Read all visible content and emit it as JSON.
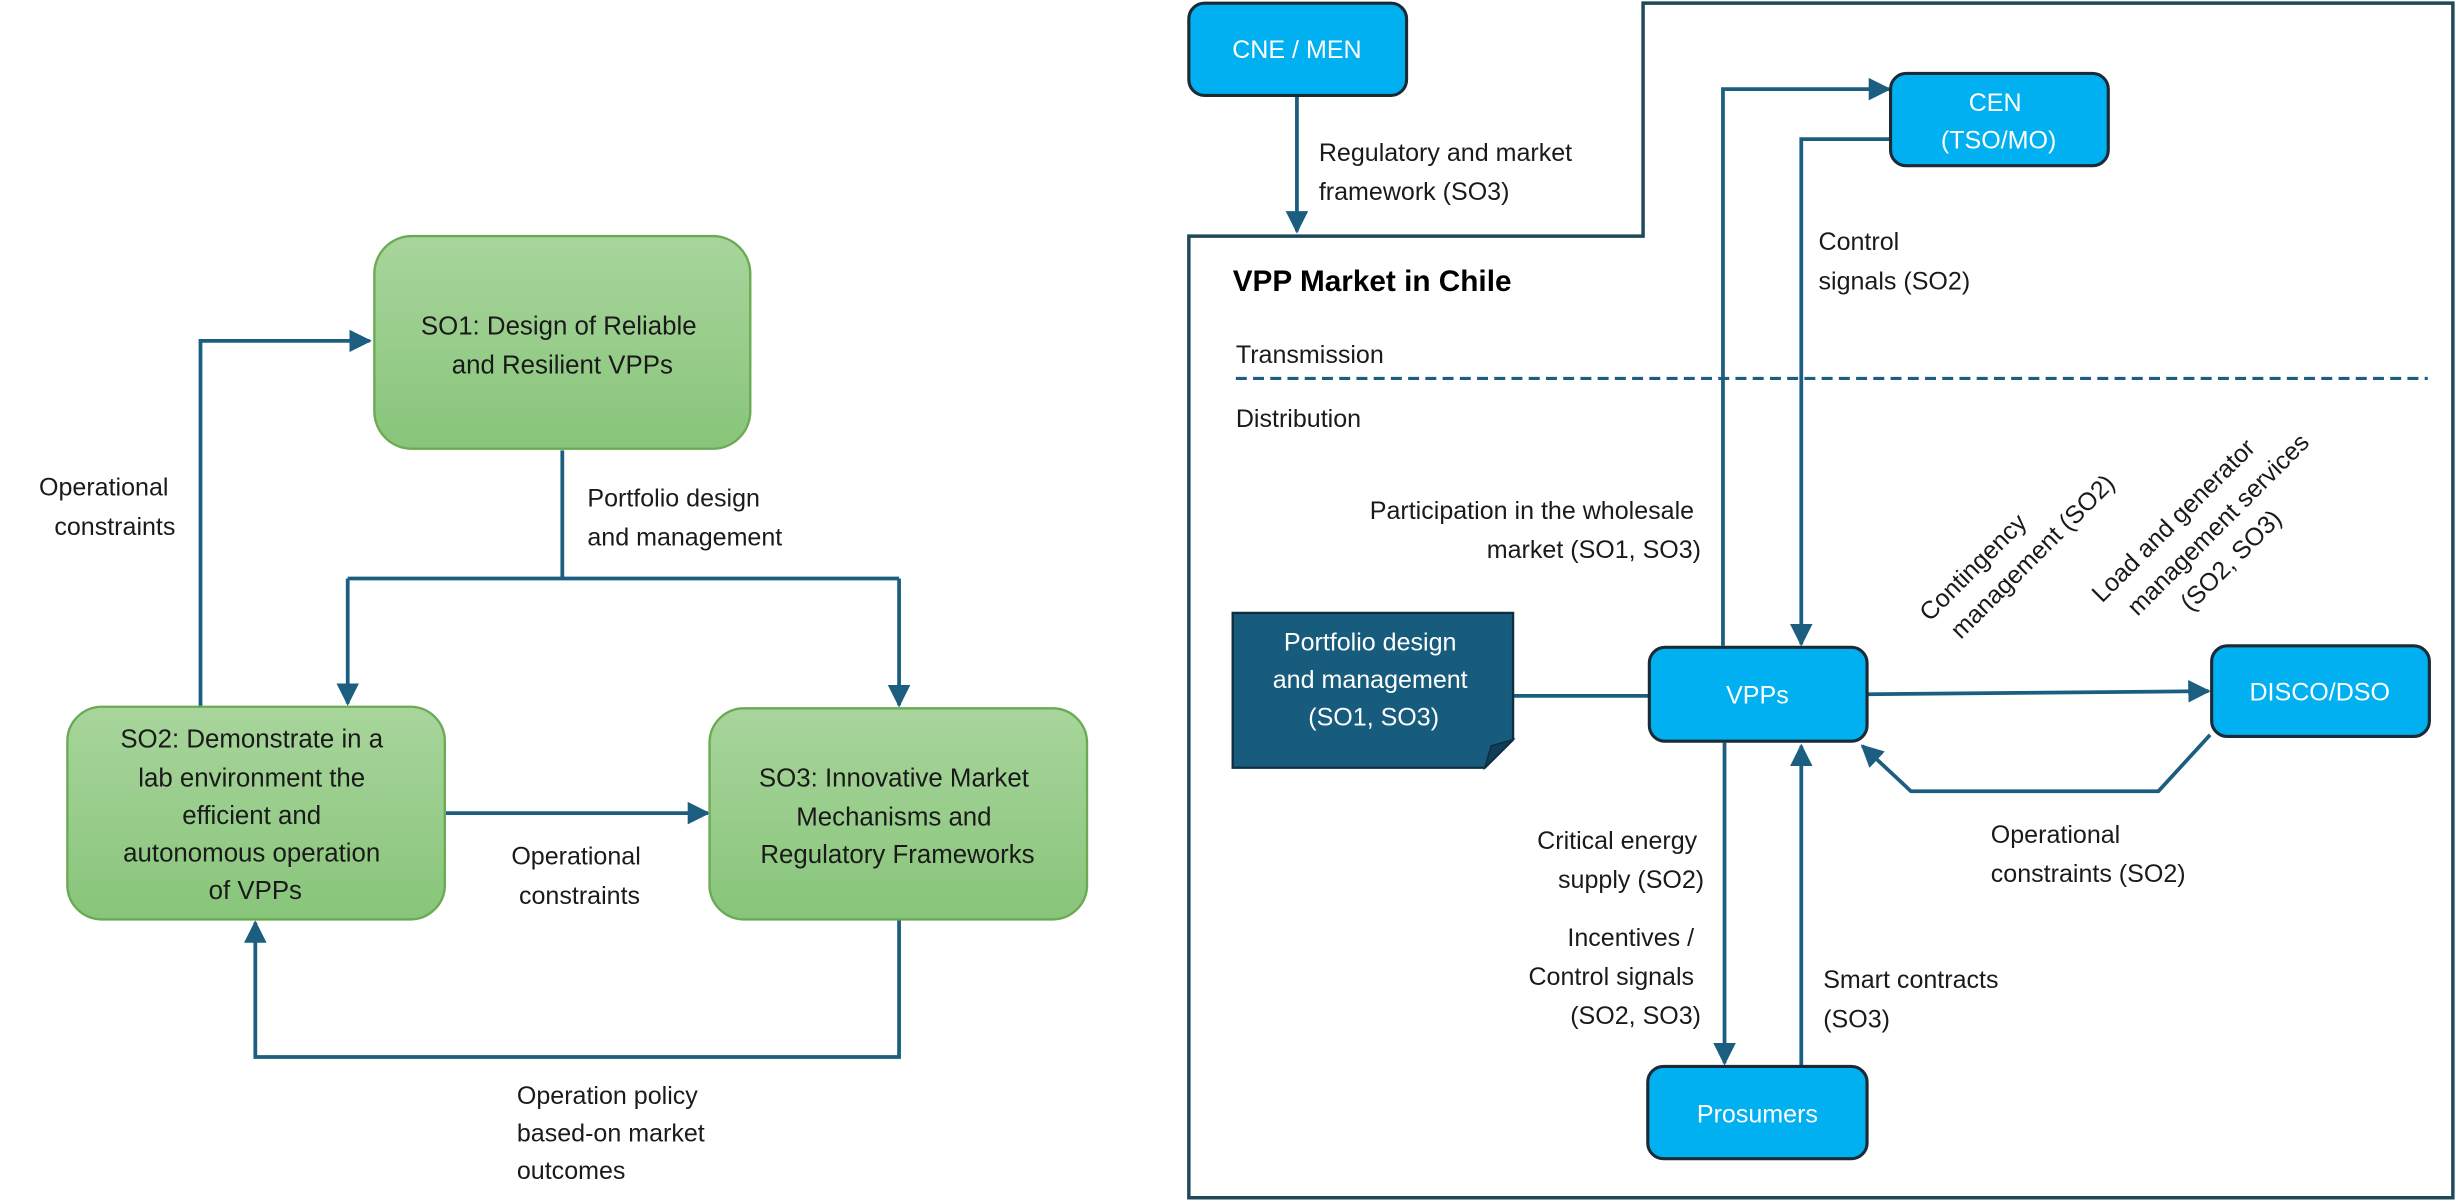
{
  "colors": {
    "green_top": "#a8d59c",
    "green_bottom": "#88c57a",
    "green_border": "#6aaa52",
    "blue_node": "#00b0f0",
    "blue_node_border": "#1a2b36",
    "note_fill": "#175b7d",
    "edge": "#1b5e80"
  },
  "left_diagram": {
    "nodes": {
      "so1": [
        "SO1: Design of Reliable",
        "and Resilient VPPs"
      ],
      "so2": [
        "SO2: Demonstrate in a",
        "lab environment the",
        "efficient and",
        "autonomous operation",
        "of VPPs"
      ],
      "so3": [
        "SO3: Innovative Market",
        "Mechanisms and",
        "Regulatory Frameworks"
      ]
    },
    "edge_labels": {
      "so2_to_so1": [
        "Operational",
        "constraints"
      ],
      "so1_to_so2_so3": [
        "Portfolio design",
        "and management"
      ],
      "so2_to_so3": [
        "Operational",
        "constraints"
      ],
      "so3_to_so2": [
        "Operation policy",
        "based-on market",
        "outcomes"
      ]
    }
  },
  "right_diagram": {
    "title": "VPP Market in Chile",
    "zones": {
      "upper": "Transmission",
      "lower": "Distribution"
    },
    "nodes": {
      "cne": "CNE / MEN",
      "cen": [
        "CEN",
        "(TSO/MO)"
      ],
      "vpps": "VPPs",
      "disco": "DISCO/DSO",
      "prosumers": "Prosumers",
      "portfolio_note": [
        "Portfolio design",
        "and management",
        "(SO1, SO3)"
      ]
    },
    "edge_labels": {
      "regulatory": [
        "Regulatory and market",
        "framework (SO3)"
      ],
      "control_signals": [
        "Control",
        "signals (SO2)"
      ],
      "wholesale": [
        "Participation in the wholesale",
        "market (SO1, SO3)"
      ],
      "contingency": [
        "Contingency",
        "management (SO2)"
      ],
      "load_gen": [
        "Load and generator",
        "management services",
        "(SO2, SO3)"
      ],
      "operational": [
        "Operational",
        "constraints (SO2)"
      ],
      "critical": [
        "Critical energy",
        "supply (SO2)"
      ],
      "incentives": [
        "Incentives /",
        "Control signals",
        "(SO2, SO3)"
      ],
      "smart": [
        "Smart contracts",
        "(SO3)"
      ]
    }
  }
}
